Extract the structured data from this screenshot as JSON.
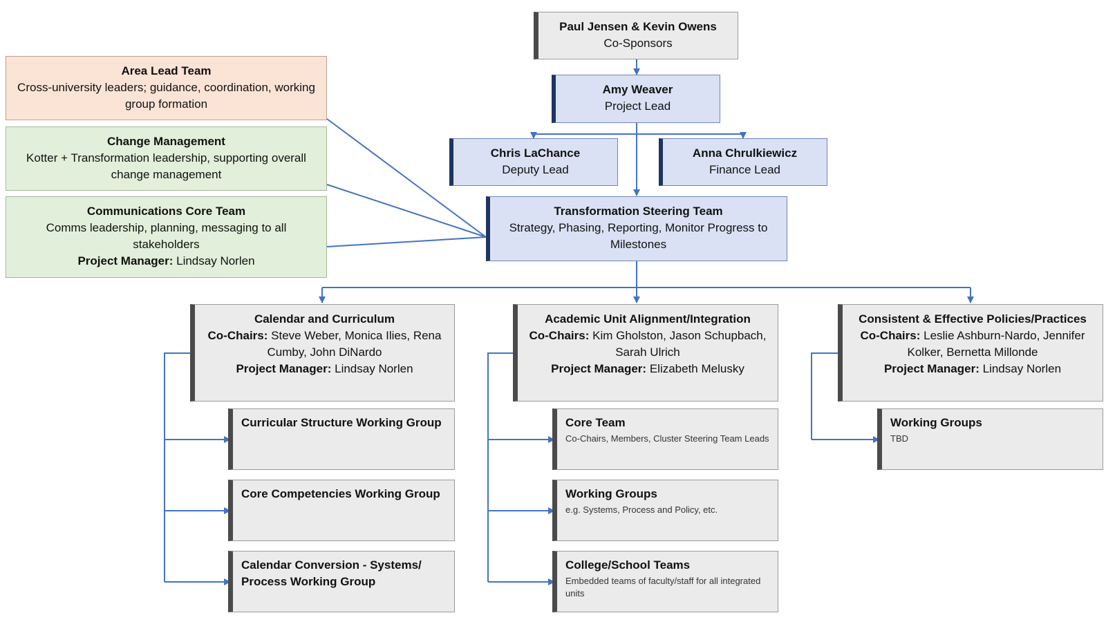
{
  "sponsors": {
    "title": "Paul Jensen & Kevin Owens",
    "role": "Co-Sponsors"
  },
  "project_lead": {
    "title": "Amy Weaver",
    "role": "Project Lead"
  },
  "deputy_lead": {
    "title": "Chris LaChance",
    "role": "Deputy Lead"
  },
  "finance_lead": {
    "title": "Anna Chrulkiewicz",
    "role": "Finance Lead"
  },
  "steering_team": {
    "title": "Transformation Steering Team",
    "description": "Strategy, Phasing, Reporting, Monitor Progress to Milestones"
  },
  "area_lead_team": {
    "title": "Area Lead Team",
    "description": "Cross-university leaders; guidance, coordination, working group formation"
  },
  "change_management": {
    "title": "Change Management",
    "description": "Kotter + Transformation leadership, supporting overall change management"
  },
  "communications": {
    "title": "Communications Core Team",
    "description": "Comms leadership, planning, messaging to all stakeholders",
    "pm_label": "Project Manager:",
    "pm_name": "Lindsay Norlen"
  },
  "calendar": {
    "title": "Calendar and Curriculum",
    "cochairs_label": "Co-Chairs:",
    "cochairs": "Steve Weber, Monica Ilies, Rena Cumby, John DiNardo",
    "pm_label": "Project Manager:",
    "pm": "Lindsay Norlen",
    "groups": [
      {
        "title": "Curricular Structure Working Group",
        "desc": ""
      },
      {
        "title": "Core Competencies Working Group",
        "desc": ""
      },
      {
        "title": "Calendar Conversion - Systems/ Process Working Group",
        "desc": ""
      }
    ]
  },
  "academic": {
    "title": "Academic Unit Alignment/Integration",
    "cochairs_label": "Co-Chairs:",
    "cochairs": "Kim Gholston, Jason Schupbach, Sarah Ulrich",
    "pm_label": "Project Manager:",
    "pm": "Elizabeth Melusky",
    "groups": [
      {
        "title": "Core Team",
        "desc": "Co-Chairs, Members, Cluster Steering Team Leads"
      },
      {
        "title": "Working Groups",
        "desc": "e.g. Systems, Process and Policy, etc."
      },
      {
        "title": "College/School Teams",
        "desc": "Embedded teams of faculty/staff for all integrated units"
      }
    ]
  },
  "policies": {
    "title": "Consistent & Effective Policies/Practices",
    "cochairs_label": "Co-Chairs:",
    "cochairs": "Leslie Ashburn-Nardo, Jennifer Kolker, Bernetta Millonde",
    "pm_label": "Project Manager:",
    "pm": "Lindsay Norlen",
    "groups": [
      {
        "title": "Working Groups",
        "desc": "TBD"
      }
    ]
  },
  "colors": {
    "connector": "#4472c4",
    "header_bar": "#4a4a4a",
    "leadership_bar": "#1f3460"
  }
}
